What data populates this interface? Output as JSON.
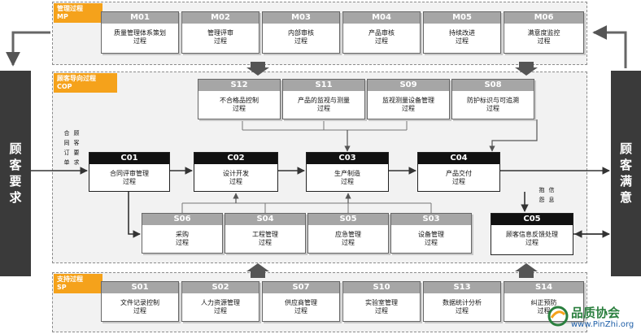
{
  "management": {
    "tag_line1": "管理过程",
    "tag_line2": "MP",
    "cards": [
      {
        "code": "M01",
        "line1": "质量管理体系策划",
        "line2": "过程"
      },
      {
        "code": "M02",
        "line1": "管理评审",
        "line2": "过程"
      },
      {
        "code": "M03",
        "line1": "内部审核",
        "line2": "过程"
      },
      {
        "code": "M04",
        "line1": "产品审核",
        "line2": "过程"
      },
      {
        "code": "M05",
        "line1": "持续改进",
        "line2": "过程"
      },
      {
        "code": "M06",
        "line1": "满意度监控",
        "line2": "过程"
      }
    ]
  },
  "customer_oriented": {
    "tag_line1": "顾客导向过程",
    "tag_line2": "COP",
    "top_cards": [
      {
        "code": "S12",
        "line1": "不合格品控制",
        "line2": "过程"
      },
      {
        "code": "S11",
        "line1": "产品的监视与测量",
        "line2": "过程"
      },
      {
        "code": "S09",
        "line1": "监视测量设备管理",
        "line2": "过程"
      },
      {
        "code": "S08",
        "line1": "防护标识与可追溯",
        "line2": "过程"
      }
    ],
    "core_cards": [
      {
        "code": "C01",
        "line1": "合同评审管理",
        "line2": "过程"
      },
      {
        "code": "C02",
        "line1": "设计开发",
        "line2": "过程"
      },
      {
        "code": "C03",
        "line1": "生产制造",
        "line2": "过程"
      },
      {
        "code": "C04",
        "line1": "产品交付",
        "line2": "过程"
      }
    ],
    "bottom_cards": [
      {
        "code": "S06",
        "line1": "采购",
        "line2": "过程"
      },
      {
        "code": "S04",
        "line1": "工程管理",
        "line2": "过程"
      },
      {
        "code": "S05",
        "line1": "应急管理",
        "line2": "过程"
      },
      {
        "code": "S03",
        "line1": "设备管理",
        "line2": "过程"
      }
    ],
    "feedback_card": {
      "code": "C05",
      "line1": "顾客信息反馈处理",
      "line2": "过程"
    },
    "input_label_col1": "合同订单",
    "input_label_col2": "顾客要求",
    "feedback_label_col1": "抱怨",
    "feedback_label_col2": "信息"
  },
  "support": {
    "tag_line1": "支持过程",
    "tag_line2": "SP",
    "cards": [
      {
        "code": "S01",
        "line1": "文件记录控制",
        "line2": "过程"
      },
      {
        "code": "S02",
        "line1": "人力资源管理",
        "line2": "过程"
      },
      {
        "code": "S07",
        "line1": "供应商管理",
        "line2": "过程"
      },
      {
        "code": "S10",
        "line1": "实验室管理",
        "line2": "过程"
      },
      {
        "code": "S13",
        "line1": "数据统计分析",
        "line2": "过程"
      },
      {
        "code": "S14",
        "line1": "纠正预防",
        "line2": "过程"
      }
    ]
  },
  "left_bar": {
    "line1": "顾",
    "line2": "客",
    "line3": "要",
    "line4": "求"
  },
  "right_bar": {
    "line1": "顾",
    "line2": "客",
    "line3": "满",
    "line4": "意"
  },
  "watermark": {
    "title": "品质协会",
    "url": "www.PinZhi.org"
  },
  "colors": {
    "tag": "#f5a21b",
    "dark": "#3a3a3a",
    "header_gray": "#a6a6a6",
    "region_bg": "#f2f2f2"
  }
}
